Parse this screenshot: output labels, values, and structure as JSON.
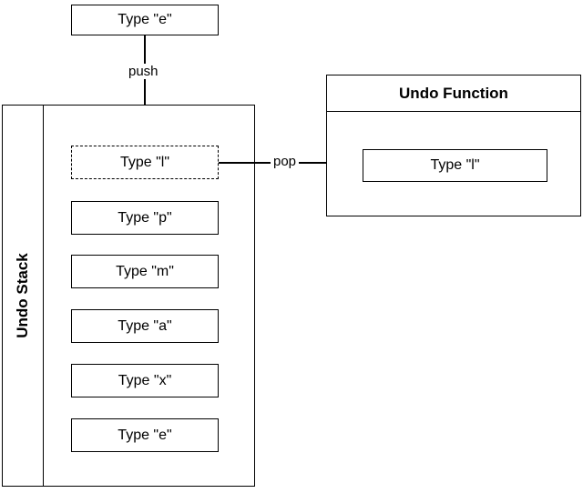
{
  "colors": {
    "stroke": "#000000",
    "fill": "#ffffff"
  },
  "input_box": {
    "label": "Type \"e\""
  },
  "push_label": "push",
  "pop_label": "pop",
  "undo_stack": {
    "title": "Undo Stack",
    "items": [
      {
        "label": "Type \"l\"",
        "style": "dashed"
      },
      {
        "label": "Type \"p\"",
        "style": "solid"
      },
      {
        "label": "Type \"m\"",
        "style": "solid"
      },
      {
        "label": "Type \"a\"",
        "style": "solid"
      },
      {
        "label": "Type \"x\"",
        "style": "solid"
      },
      {
        "label": "Type \"e\"",
        "style": "solid"
      }
    ]
  },
  "undo_function": {
    "title": "Undo Function",
    "item": {
      "label": "Type \"l\""
    }
  }
}
